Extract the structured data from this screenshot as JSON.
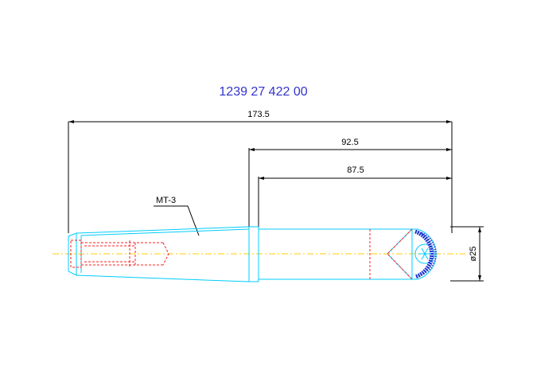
{
  "drawing": {
    "part_number": "1239 27 422 00",
    "dimensions": {
      "overall_length": "173.5",
      "length_1": "92.5",
      "length_2": "87.5",
      "diameter": "ø25"
    },
    "taper_label": "MT-3"
  },
  "colors": {
    "title": "#3333cc",
    "outline": "#00ccff",
    "hidden": "#ff2020",
    "centerline": "#ffcc00",
    "dimension": "#000000",
    "tip": "#1a33cc"
  }
}
